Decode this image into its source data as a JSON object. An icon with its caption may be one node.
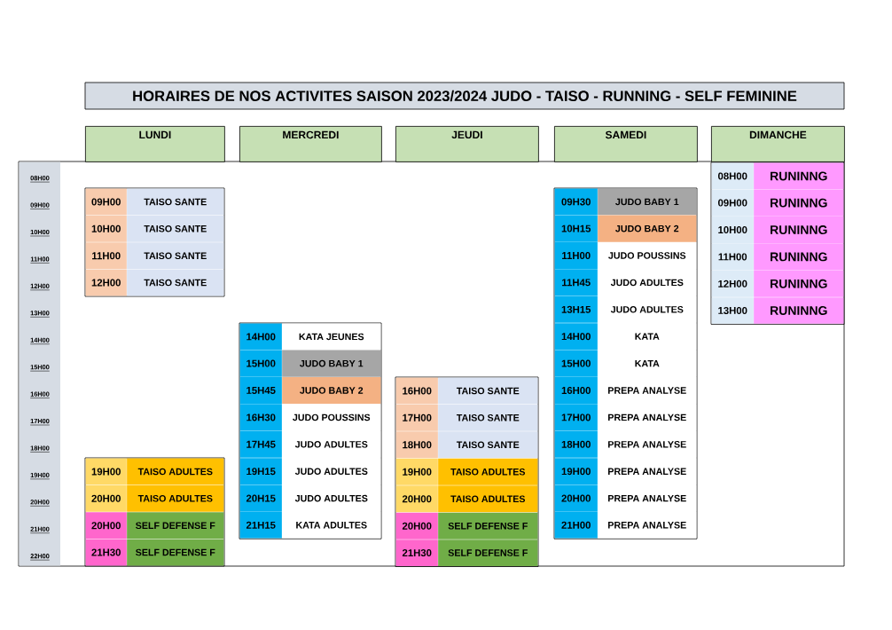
{
  "diagram": {
    "title": "HORAIRES DE NOS ACTIVITES SAISON 2023/2024  JUDO - TAISO - RUNNING - SELF FEMININE",
    "nodes": [
      {
        "text": [
          "LUNDI"
        ]
      },
      {
        "text": [
          "MERCREDI"
        ]
      },
      {
        "text": [
          "JEUDI"
        ]
      },
      {
        "text": [
          "SAMEDI"
        ]
      },
      {
        "text": [
          "DIMANCHE"
        ]
      },
      {
        "text": [
          "09H00"
        ]
      },
      {
        "text": [
          "TAISO SANTE"
        ]
      },
      {
        "text": [
          "10H00"
        ]
      },
      {
        "text": [
          "TAISO SANTE"
        ]
      },
      {
        "text": [
          "11H00"
        ]
      },
      {
        "text": [
          "TAISO SANTE"
        ]
      },
      {
        "text": [
          "12H00"
        ]
      },
      {
        "text": [
          "TAISO SANTE"
        ]
      },
      {
        "text": [
          "19H00"
        ]
      },
      {
        "text": [
          "TAISO ADULTES"
        ]
      },
      {
        "text": [
          "20H00"
        ]
      },
      {
        "text": [
          "TAISO ADULTES"
        ]
      },
      {
        "text": [
          "20H00"
        ]
      },
      {
        "text": [
          "SELF DEFENSE F"
        ]
      },
      {
        "text": [
          "21H30"
        ]
      },
      {
        "text": [
          "SELF DEFENSE F"
        ]
      },
      {
        "text": [
          "14H00"
        ]
      },
      {
        "text": [
          "KATA JEUNES"
        ]
      },
      {
        "text": [
          "15H00"
        ]
      },
      {
        "text": [
          "JUDO BABY 1"
        ]
      },
      {
        "text": [
          "15H45"
        ]
      },
      {
        "text": [
          "JUDO BABY 2"
        ]
      },
      {
        "text": [
          "16H30"
        ]
      },
      {
        "text": [
          "JUDO POUSSINS"
        ]
      },
      {
        "text": [
          "17H45"
        ]
      },
      {
        "text": [
          "JUDO ADULTES"
        ]
      },
      {
        "text": [
          "19H15"
        ]
      },
      {
        "text": [
          "JUDO ADULTES"
        ]
      },
      {
        "text": [
          "20H15"
        ]
      },
      {
        "text": [
          "JUDO ADULTES"
        ]
      },
      {
        "text": [
          "21H15"
        ]
      },
      {
        "text": [
          "KATA ADULTES"
        ]
      },
      {
        "text": [
          "16H00"
        ]
      },
      {
        "text": [
          "TAISO SANTE"
        ]
      },
      {
        "text": [
          "17H00"
        ]
      },
      {
        "text": [
          "TAISO SANTE"
        ]
      },
      {
        "text": [
          "18H00"
        ]
      },
      {
        "text": [
          "TAISO SANTE"
        ]
      },
      {
        "text": [
          "19H00"
        ]
      },
      {
        "text": [
          "TAISO ADULTES"
        ]
      },
      {
        "text": [
          "20H00"
        ]
      },
      {
        "text": [
          "TAISO ADULTES"
        ]
      },
      {
        "text": [
          "20H00"
        ]
      },
      {
        "text": [
          "SELF DEFENSE F"
        ]
      },
      {
        "text": [
          "21H30"
        ]
      },
      {
        "text": [
          "SELF DEFENSE F"
        ]
      },
      {
        "text": [
          "09H30"
        ]
      },
      {
        "text": [
          "JUDO BABY 1"
        ]
      },
      {
        "text": [
          "10H15"
        ]
      },
      {
        "text": [
          "JUDO BABY 2"
        ]
      },
      {
        "text": [
          "11H00"
        ]
      },
      {
        "text": [
          "JUDO POUSSINS"
        ]
      },
      {
        "text": [
          "11H45"
        ]
      },
      {
        "text": [
          "JUDO ADULTES"
        ]
      },
      {
        "text": [
          "13H15"
        ]
      },
      {
        "text": [
          "JUDO ADULTES"
        ]
      },
      {
        "text": [
          "14H00"
        ]
      },
      {
        "text": [
          "KATA"
        ]
      },
      {
        "text": [
          "15H00"
        ]
      },
      {
        "text": [
          "KATA"
        ]
      },
      {
        "text": [
          "16H00"
        ]
      },
      {
        "text": [
          "PREPA ANALYSE"
        ]
      },
      {
        "text": [
          "17H00"
        ]
      },
      {
        "text": [
          "PREPA ANALYSE"
        ]
      },
      {
        "text": [
          "18H00"
        ]
      },
      {
        "text": [
          "PREPA ANALYSE"
        ]
      },
      {
        "text": [
          "19H00"
        ]
      },
      {
        "text": [
          "PREPA ANALYSE"
        ]
      },
      {
        "text": [
          "20H00"
        ]
      },
      {
        "text": [
          "PREPA ANALYSE"
        ]
      },
      {
        "text": [
          "21H00"
        ]
      },
      {
        "text": [
          "PREPA ANALYSE"
        ]
      },
      {
        "text": [
          "08H00"
        ]
      },
      {
        "text": [
          "RUNINNG"
        ]
      },
      {
        "text": [
          "09H00"
        ]
      },
      {
        "text": [
          "RUNINNG"
        ]
      },
      {
        "text": [
          "10H00"
        ]
      },
      {
        "text": [
          "RUNINNG"
        ]
      },
      {
        "text": [
          "11H00"
        ]
      },
      {
        "text": [
          "RUNINNG"
        ]
      },
      {
        "text": [
          "12H00"
        ]
      },
      {
        "text": [
          "RUNINNG"
        ]
      },
      {
        "text": [
          "13H00"
        ]
      },
      {
        "text": [
          "RUNINNG"
        ]
      }
    ],
    "labels": [
      "08H00",
      "09H00",
      "10H00",
      "11H00",
      "12H00",
      "13H00",
      "14H00",
      "15H00",
      "16H00",
      "17H00",
      "18H00",
      "19H00",
      "20H00",
      "21H00",
      "22H00"
    ]
  }
}
